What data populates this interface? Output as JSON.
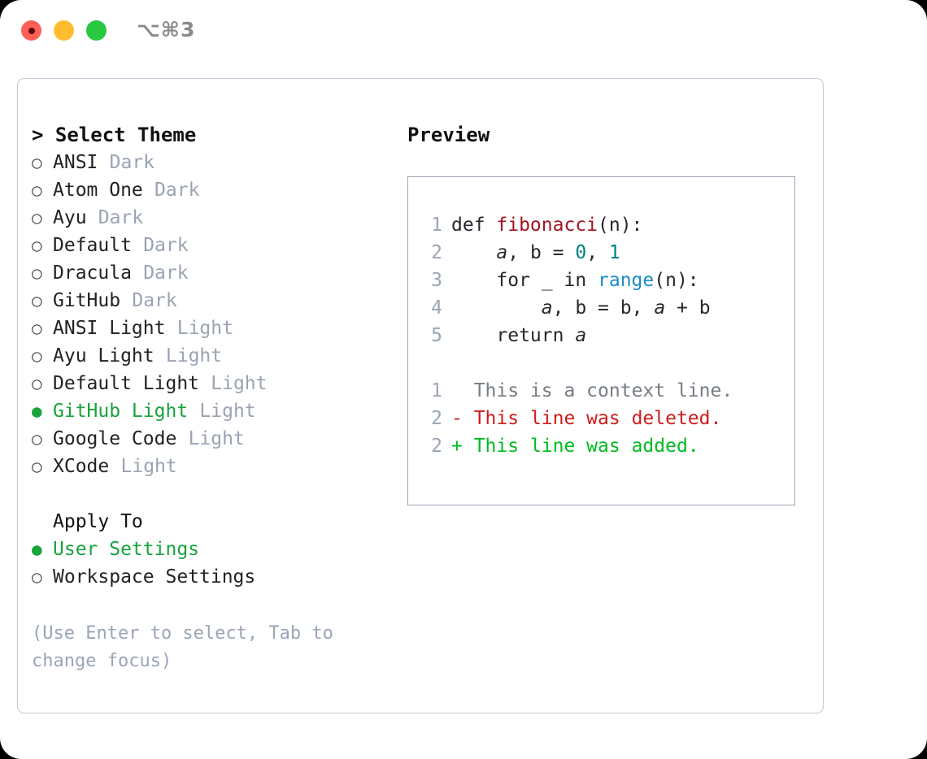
{
  "titlebar": {
    "shortcut": "⌥⌘3",
    "buttons": [
      {
        "name": "close",
        "color": "#ff5f57"
      },
      {
        "name": "minimize",
        "color": "#ffbd2e"
      },
      {
        "name": "zoom",
        "color": "#28c840"
      }
    ]
  },
  "theme_picker": {
    "title": "> Select Theme",
    "selected_bullet": "●",
    "unselected_bullet": "○",
    "accent_color": "#18a33c",
    "tag_color": "#9aa3b2",
    "options": [
      {
        "label": "ANSI",
        "tag": "Dark",
        "selected": false
      },
      {
        "label": "Atom One",
        "tag": "Dark",
        "selected": false
      },
      {
        "label": "Ayu",
        "tag": "Dark",
        "selected": false
      },
      {
        "label": "Default",
        "tag": "Dark",
        "selected": false
      },
      {
        "label": "Dracula",
        "tag": "Dark",
        "selected": false
      },
      {
        "label": "GitHub",
        "tag": "Dark",
        "selected": false
      },
      {
        "label": "ANSI Light",
        "tag": "Light",
        "selected": false
      },
      {
        "label": "Ayu Light",
        "tag": "Light",
        "selected": false
      },
      {
        "label": "Default Light",
        "tag": "Light",
        "selected": false
      },
      {
        "label": "GitHub Light",
        "tag": "Light",
        "selected": true
      },
      {
        "label": "Google Code",
        "tag": "Light",
        "selected": false
      },
      {
        "label": "XCode",
        "tag": "Light",
        "selected": false
      }
    ]
  },
  "apply_to": {
    "heading": "Apply To",
    "options": [
      {
        "label": "User Settings",
        "selected": true
      },
      {
        "label": "Workspace Settings",
        "selected": false
      }
    ]
  },
  "hint": "(Use Enter to select, Tab to change focus)",
  "preview": {
    "title": "Preview",
    "code_lines": [
      {
        "number": "1",
        "tokens": [
          {
            "text": "def ",
            "kind": "plain"
          },
          {
            "text": "fibonacci",
            "kind": "function"
          },
          {
            "text": "(n):",
            "kind": "plain"
          }
        ]
      },
      {
        "number": "2",
        "tokens": [
          {
            "text": "    ",
            "kind": "plain"
          },
          {
            "text": "a",
            "kind": "variable"
          },
          {
            "text": ", ",
            "kind": "plain"
          },
          {
            "text": "b",
            "kind": "plain"
          },
          {
            "text": " = ",
            "kind": "plain"
          },
          {
            "text": "0",
            "kind": "number"
          },
          {
            "text": ", ",
            "kind": "plain"
          },
          {
            "text": "1",
            "kind": "number"
          }
        ]
      },
      {
        "number": "3",
        "tokens": [
          {
            "text": "    for _ in ",
            "kind": "plain"
          },
          {
            "text": "range",
            "kind": "call"
          },
          {
            "text": "(n):",
            "kind": "plain"
          }
        ]
      },
      {
        "number": "4",
        "tokens": [
          {
            "text": "        ",
            "kind": "plain"
          },
          {
            "text": "a",
            "kind": "variable"
          },
          {
            "text": ", ",
            "kind": "plain"
          },
          {
            "text": "b",
            "kind": "plain"
          },
          {
            "text": " = ",
            "kind": "plain"
          },
          {
            "text": "b",
            "kind": "plain"
          },
          {
            "text": ", ",
            "kind": "plain"
          },
          {
            "text": "a",
            "kind": "variable"
          },
          {
            "text": " + ",
            "kind": "plain"
          },
          {
            "text": "b",
            "kind": "plain"
          }
        ]
      },
      {
        "number": "5",
        "tokens": [
          {
            "text": "    return ",
            "kind": "plain"
          },
          {
            "text": "a",
            "kind": "variable"
          }
        ]
      }
    ],
    "diff_lines": [
      {
        "number": "1",
        "marker": "  ",
        "text": "This is a context line.",
        "kind": "context"
      },
      {
        "number": "2",
        "marker": "- ",
        "text": "This line was deleted.",
        "kind": "deleted"
      },
      {
        "number": "2",
        "marker": "+ ",
        "text": "This line was added.",
        "kind": "added"
      }
    ],
    "colors": {
      "function": "#a3141f",
      "number": "#008080",
      "call": "#1a8cc8",
      "plain": "#24292e",
      "line_number": "#9aa5b4",
      "context": "#767d85",
      "deleted": "#d01b1b",
      "added": "#00bb22"
    }
  }
}
